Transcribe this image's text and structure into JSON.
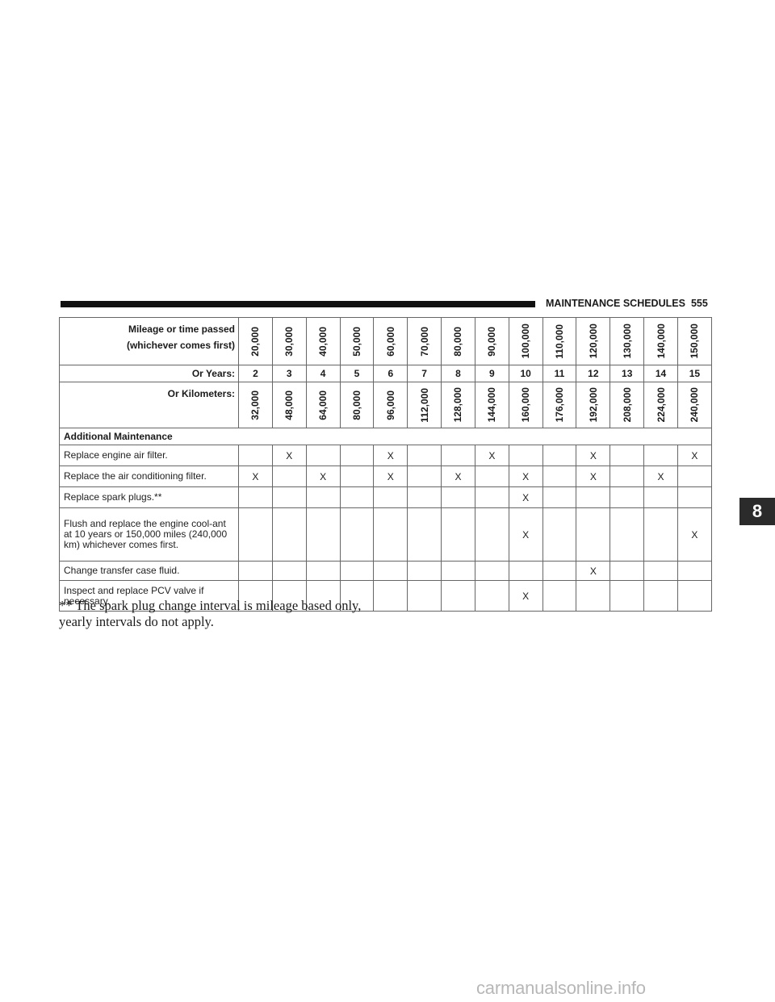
{
  "header": {
    "title": "MAINTENANCE SCHEDULES",
    "page_number": "555",
    "chapter_tab": "8"
  },
  "table": {
    "mileage_label_line1": "Mileage or time passed",
    "mileage_label_line2": "(whichever comes first)",
    "mileage": [
      "20,000",
      "30,000",
      "40,000",
      "50,000",
      "60,000",
      "70,000",
      "80,000",
      "90,000",
      "100,000",
      "110,000",
      "120,000",
      "130,000",
      "140,000",
      "150,000"
    ],
    "years_label": "Or Years:",
    "years": [
      "2",
      "3",
      "4",
      "5",
      "6",
      "7",
      "8",
      "9",
      "10",
      "11",
      "12",
      "13",
      "14",
      "15"
    ],
    "km_label": "Or Kilometers:",
    "kilometers": [
      "32,000",
      "48,000",
      "64,000",
      "80,000",
      "96,000",
      "112,000",
      "128,000",
      "144,000",
      "160,000",
      "176,000",
      "192,000",
      "208,000",
      "224,000",
      "240,000"
    ],
    "section_title": "Additional Maintenance",
    "rows": [
      {
        "label": "Replace engine air filter.",
        "marks": [
          "",
          "X",
          "",
          "",
          "X",
          "",
          "",
          "X",
          "",
          "",
          "X",
          "",
          "",
          "X"
        ]
      },
      {
        "label": "Replace the air conditioning filter.",
        "marks": [
          "X",
          "",
          "X",
          "",
          "X",
          "",
          "X",
          "",
          "X",
          "",
          "X",
          "",
          "X",
          ""
        ]
      },
      {
        "label": "Replace spark plugs.**",
        "marks": [
          "",
          "",
          "",
          "",
          "",
          "",
          "",
          "",
          "X",
          "",
          "",
          "",
          "",
          ""
        ]
      },
      {
        "label": "Flush and replace the engine cool-ant at 10 years or 150,000 miles (240,000 km) whichever comes first.",
        "marks": [
          "",
          "",
          "",
          "",
          "",
          "",
          "",
          "",
          "X",
          "",
          "",
          "",
          "",
          "X"
        ]
      },
      {
        "label": "Change transfer case fluid.",
        "marks": [
          "",
          "",
          "",
          "",
          "",
          "",
          "",
          "",
          "",
          "",
          "X",
          "",
          "",
          ""
        ]
      },
      {
        "label": "Inspect and replace PCV valve if necessary.",
        "marks": [
          "",
          "",
          "",
          "",
          "",
          "",
          "",
          "",
          "X",
          "",
          "",
          "",
          "",
          ""
        ]
      }
    ]
  },
  "footnote": {
    "line1": "** The spark plug change interval is mileage based only,",
    "line2": "yearly intervals do not apply."
  },
  "watermark": "carmanualsonline.info"
}
